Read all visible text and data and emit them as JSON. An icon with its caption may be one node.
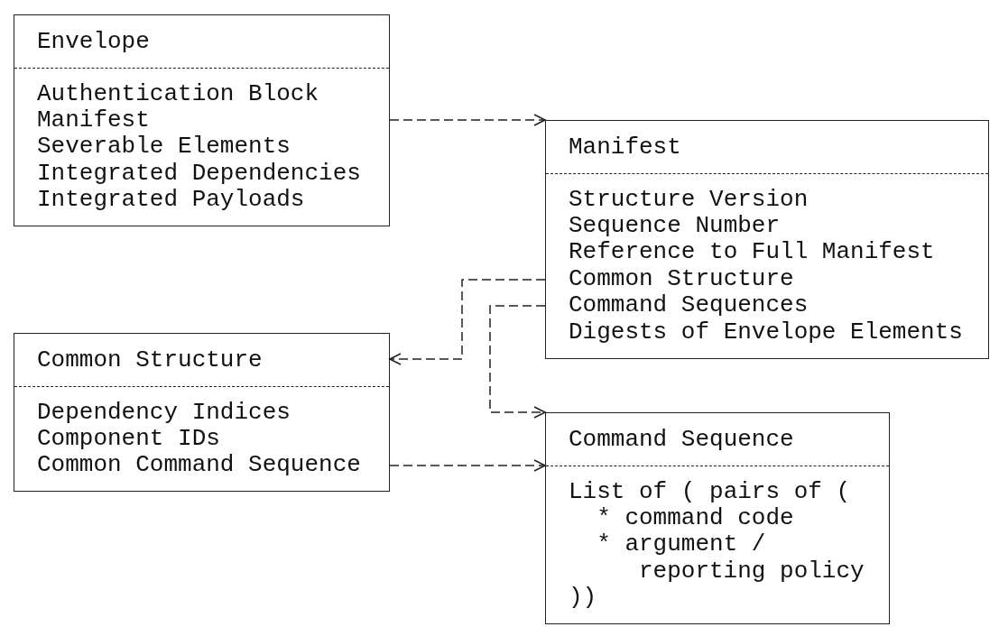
{
  "diagram": {
    "nodes": [
      {
        "text": [
          "Envelope",
          "Authentication Block",
          "Manifest",
          "Severable Elements",
          "Integrated Dependencies",
          "Integrated Payloads"
        ]
      },
      {
        "text": [
          "Manifest",
          "Structure Version",
          "Sequence Number",
          "Reference to Full Manifest",
          "Common Structure",
          "Command Sequences",
          "Digests of Envelope Elements"
        ]
      },
      {
        "text": [
          "Common Structure",
          "Dependency Indices",
          "Component IDs",
          "Common Command Sequence"
        ]
      },
      {
        "text": [
          "Command Sequence",
          "List of ( pairs of (",
          "* command code",
          "* argument / reporting policy",
          "))"
        ]
      }
    ],
    "edges": [
      {
        "from": 0,
        "to": 1,
        "arrow": "to"
      },
      {
        "from": 1,
        "to": 2,
        "arrow": "to"
      },
      {
        "from": 1,
        "to": 3,
        "arrow": "to"
      },
      {
        "from": 2,
        "to": 3,
        "arrow": "to"
      }
    ]
  }
}
